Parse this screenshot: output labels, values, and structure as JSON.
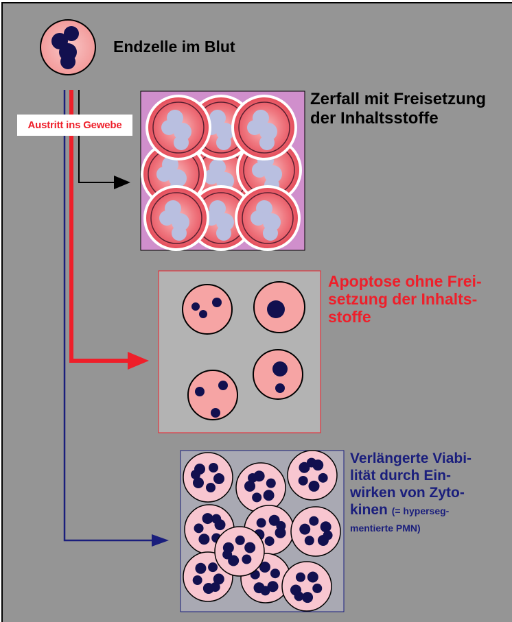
{
  "labels": {
    "blood_cell": "Endzelle im Blut",
    "tissue_exit": "Austritt ins Gewebe",
    "necrosis": [
      "Zerfall mit Freisetzung",
      "der Inhaltsstoffe"
    ],
    "apoptosis": [
      "Apoptose ohne Frei-",
      "setzung der Inhalts-",
      "stoffe"
    ],
    "viability": [
      "Verlängerte Viabi-",
      "lität durch Ein-",
      "wirken von Zyto-"
    ],
    "viability_last": "kinen",
    "viability_note": [
      "(= hyperseg-",
      "mentierte PMN)"
    ]
  },
  "colors": {
    "background": "#959595",
    "cell_pink": "#f6a4a4",
    "nucleus_navy": "#12104f",
    "necrosis_panel": "#d08fcc",
    "apoptosis_red": "#ee1f2a",
    "viability_blue": "#1a1e7c",
    "viability_panel": "#a9a9b3",
    "light_cell": "#f8c6d0",
    "fragment_lilac": "#b9bfe0"
  },
  "icons": [
    "arrow-black",
    "arrow-red",
    "arrow-blue"
  ]
}
